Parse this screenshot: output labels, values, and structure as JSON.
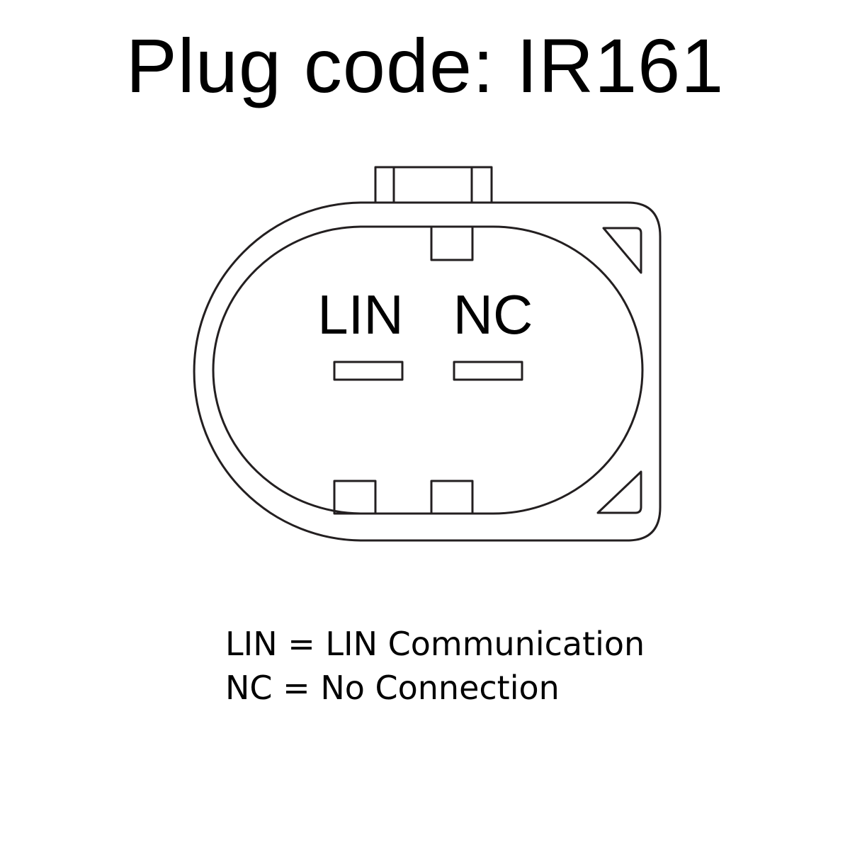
{
  "title": "Plug code: IR161",
  "pins": [
    {
      "label": "LIN"
    },
    {
      "label": "NC"
    }
  ],
  "legend": [
    {
      "code": "LIN",
      "separator": "=",
      "meaning": "LIN Communication"
    },
    {
      "code": "NC",
      "separator": "=",
      "meaning": "No Connection"
    }
  ],
  "colors": {
    "stroke": "#231f20",
    "text": "#000000",
    "background": "#ffffff"
  }
}
